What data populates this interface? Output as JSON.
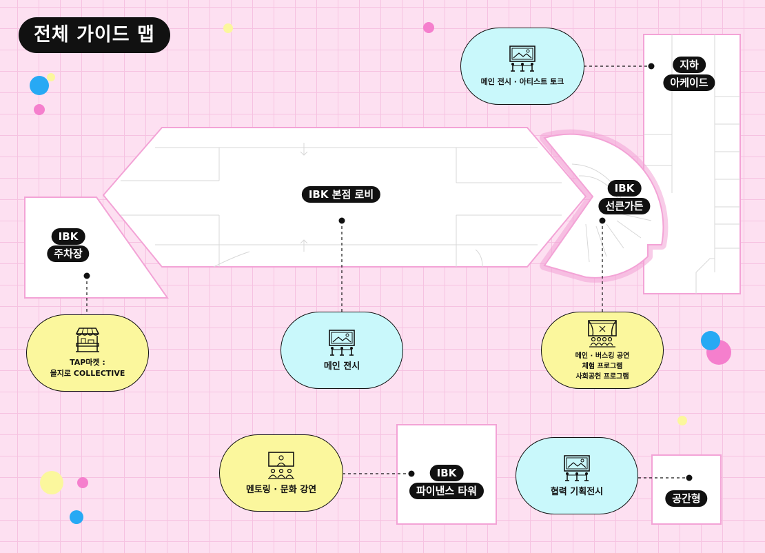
{
  "title": "전체 가이드 맵",
  "areas": {
    "basement_arcade": {
      "line1": "지하",
      "line2": "아케이드"
    },
    "parking": {
      "line1": "IBK",
      "line2": "주차장"
    },
    "lobby": {
      "label": "IBK 본점 로비"
    },
    "garden": {
      "line1": "IBK",
      "line2": "선큰가든"
    },
    "finance_tower": {
      "line1": "IBK",
      "line2": "파이낸스 타워"
    },
    "space": {
      "label": "공간형"
    }
  },
  "bubbles": {
    "artist_talk": {
      "label": "메인 전시 · 아티스트 토크",
      "color": "#c9f8fb",
      "icon": "painting-exhibit-icon"
    },
    "tap_market": {
      "label": "TAP마켓 :\n을지로 COLLECTIVE",
      "color": "#fbf79d",
      "icon": "market-stall-icon"
    },
    "main_exhibit": {
      "label": "메인 전시",
      "color": "#c9f8fb",
      "icon": "painting-exhibit-icon"
    },
    "busking": {
      "label": "메인 · 버스킹 공연\n체험 프로그램\n사회공헌 프로그램",
      "color": "#fbf79d",
      "icon": "stage-performance-icon"
    },
    "mentoring": {
      "label": "멘토링 · 문화 강연",
      "color": "#fbf79d",
      "icon": "lecture-icon"
    },
    "collab_exhibit": {
      "label": "협력 기획전시",
      "color": "#c9f8fb",
      "icon": "painting-exhibit-icon"
    }
  },
  "colors": {
    "background": "#fde0f1",
    "grid": "#f6c2e1",
    "outline": "#f3a3d6",
    "yellow": "#fbf79d",
    "cyan": "#c9f8fb",
    "dark": "#111111"
  }
}
